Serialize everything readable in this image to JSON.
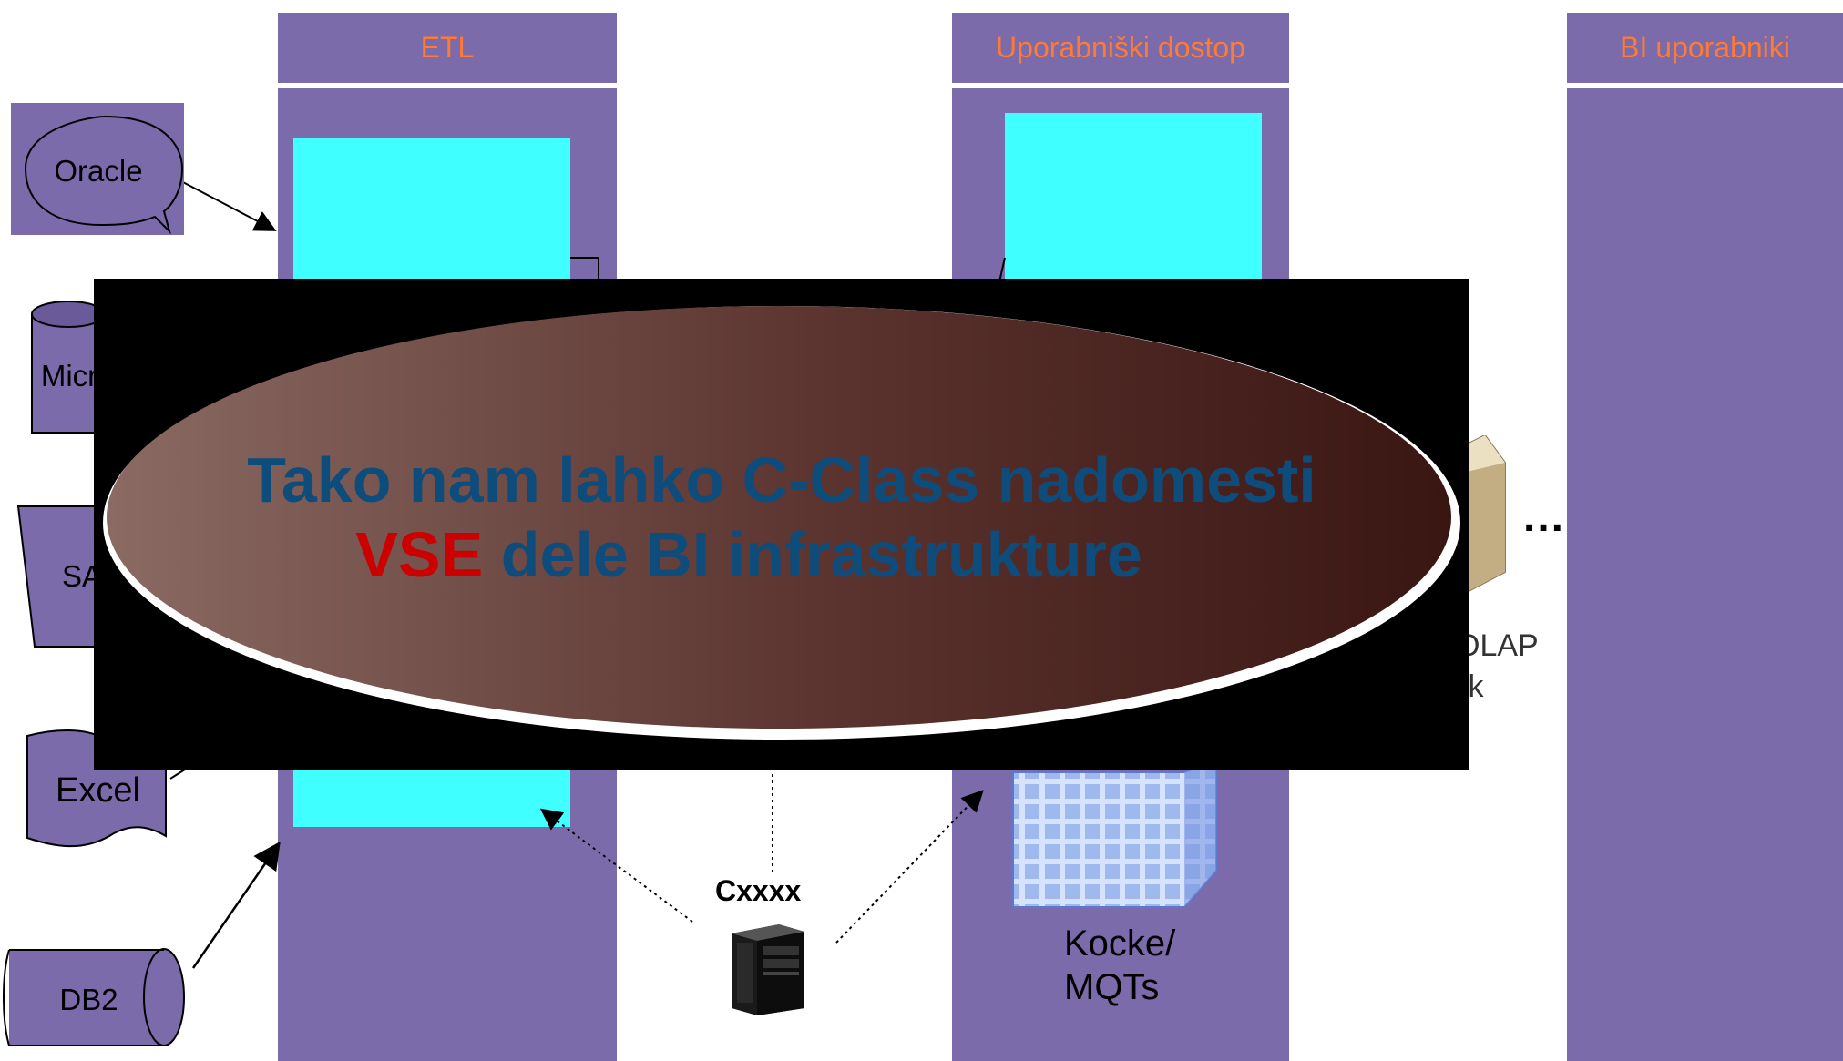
{
  "columns": {
    "etl": "ETL",
    "user_access": "Uporabniški dostop",
    "bi_users": "BI uporabniki"
  },
  "sources": {
    "oracle": "Oracle",
    "microsoft": "Micr",
    "sap": "SA",
    "excel": "Excel",
    "db2": "DB2"
  },
  "server": {
    "label": "Cxxxx",
    "icon": "server-tower-icon"
  },
  "olap": {
    "line1": "OLAP",
    "line2": "ik",
    "ellipsis": "..."
  },
  "cubes": {
    "line1": "Kocke/",
    "line2": "MQTs"
  },
  "overlay": {
    "line1": "Tako nam lahko C-Class nadomesti",
    "line2_highlight": "VSE",
    "line2_rest": " dele BI infrastrukture"
  },
  "colors": {
    "column": "#7b6bab",
    "header_text": "#ff7a33",
    "cyan": "#40ffff",
    "overlay_text": "#0e4c7c",
    "highlight": "#cc0000"
  }
}
